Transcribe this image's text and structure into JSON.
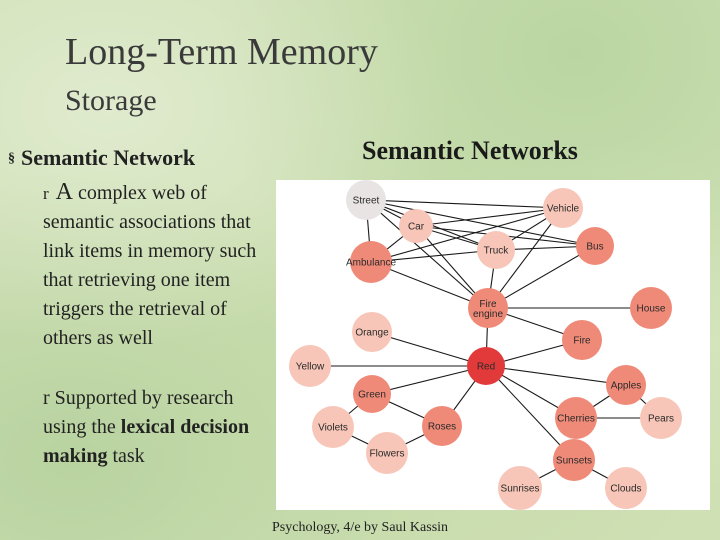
{
  "title": "Long-Term Memory",
  "subtitle": "Storage",
  "bullets": {
    "main": "Semantic Network",
    "main_marker": "§",
    "box_marker": "r",
    "sub1_first": "A",
    "sub1_rest": " complex web of semantic associations that link items in memory such that retrieving one item triggers the retrieval of others as well",
    "sub2_start": "Supported by research using the ",
    "sub2_bold": "lexical decision making",
    "sub2_end": " task"
  },
  "diagram": {
    "title": "Semantic Networks",
    "caption": "Psychology, 4/e by Saul Kassin",
    "colors": {
      "node_light": "#f7c6b8",
      "node_mid": "#f08a78",
      "node_red": "#e23a3a",
      "node_gray": "#e8e4e4",
      "edge": "#1a1a1a"
    },
    "nodes": [
      {
        "id": "street",
        "label": "Street",
        "shade": "gray"
      },
      {
        "id": "vehicle",
        "label": "Vehicle",
        "shade": "light"
      },
      {
        "id": "car",
        "label": "Car",
        "shade": "light"
      },
      {
        "id": "bus",
        "label": "Bus",
        "shade": "mid"
      },
      {
        "id": "truck",
        "label": "Truck",
        "shade": "light"
      },
      {
        "id": "ambulance",
        "label": "Ambulance",
        "shade": "mid"
      },
      {
        "id": "fireengine",
        "label": "Fire engine",
        "shade": "mid"
      },
      {
        "id": "house",
        "label": "House",
        "shade": "mid"
      },
      {
        "id": "orange",
        "label": "Orange",
        "shade": "light"
      },
      {
        "id": "fire",
        "label": "Fire",
        "shade": "mid"
      },
      {
        "id": "yellow",
        "label": "Yellow",
        "shade": "light"
      },
      {
        "id": "red",
        "label": "Red",
        "shade": "red"
      },
      {
        "id": "apples",
        "label": "Apples",
        "shade": "mid"
      },
      {
        "id": "green",
        "label": "Green",
        "shade": "mid"
      },
      {
        "id": "cherries",
        "label": "Cherries",
        "shade": "mid"
      },
      {
        "id": "pears",
        "label": "Pears",
        "shade": "light"
      },
      {
        "id": "violets",
        "label": "Violets",
        "shade": "light"
      },
      {
        "id": "roses",
        "label": "Roses",
        "shade": "mid"
      },
      {
        "id": "flowers",
        "label": "Flowers",
        "shade": "light"
      },
      {
        "id": "sunsets",
        "label": "Sunsets",
        "shade": "mid"
      },
      {
        "id": "sunrises",
        "label": "Sunrises",
        "shade": "light"
      },
      {
        "id": "clouds",
        "label": "Clouds",
        "shade": "light"
      }
    ],
    "edges": [
      [
        "street",
        "vehicle"
      ],
      [
        "street",
        "car"
      ],
      [
        "street",
        "bus"
      ],
      [
        "street",
        "truck"
      ],
      [
        "street",
        "ambulance"
      ],
      [
        "street",
        "fireengine"
      ],
      [
        "vehicle",
        "car"
      ],
      [
        "vehicle",
        "truck"
      ],
      [
        "vehicle",
        "ambulance"
      ],
      [
        "vehicle",
        "fireengine"
      ],
      [
        "car",
        "truck"
      ],
      [
        "car",
        "bus"
      ],
      [
        "car",
        "ambulance"
      ],
      [
        "car",
        "fireengine"
      ],
      [
        "bus",
        "truck"
      ],
      [
        "bus",
        "fireengine"
      ],
      [
        "truck",
        "ambulance"
      ],
      [
        "truck",
        "fireengine"
      ],
      [
        "ambulance",
        "fireengine"
      ],
      [
        "fireengine",
        "house"
      ],
      [
        "fireengine",
        "fire"
      ],
      [
        "fireengine",
        "red"
      ],
      [
        "orange",
        "red"
      ],
      [
        "yellow",
        "red"
      ],
      [
        "red",
        "fire"
      ],
      [
        "red",
        "green"
      ],
      [
        "red",
        "apples"
      ],
      [
        "red",
        "roses"
      ],
      [
        "red",
        "cherries"
      ],
      [
        "red",
        "sunsets"
      ],
      [
        "green",
        "violets"
      ],
      [
        "green",
        "roses"
      ],
      [
        "violets",
        "flowers"
      ],
      [
        "roses",
        "flowers"
      ],
      [
        "apples",
        "cherries"
      ],
      [
        "apples",
        "pears"
      ],
      [
        "cherries",
        "pears"
      ],
      [
        "sunsets",
        "sunrises"
      ],
      [
        "sunsets",
        "clouds"
      ]
    ]
  }
}
